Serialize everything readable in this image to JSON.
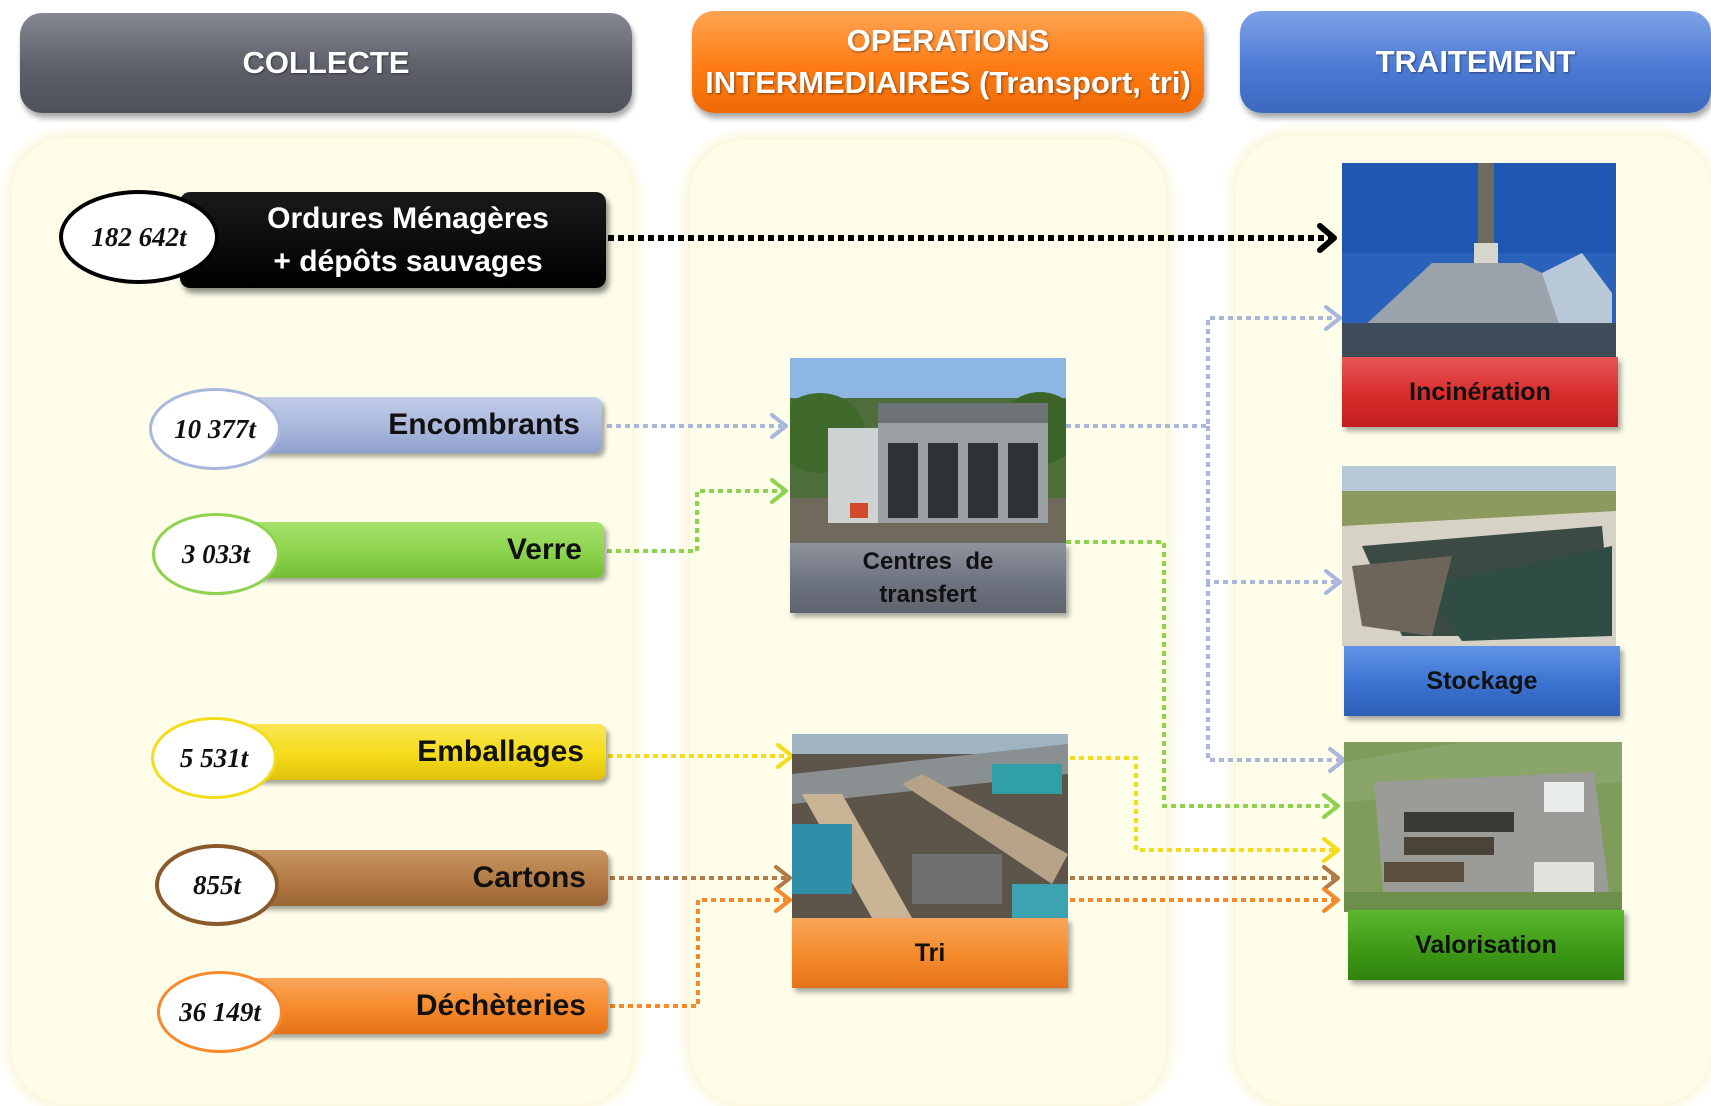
{
  "headers": {
    "collecte": "COLLECTE",
    "operations_line1": "OPERATIONS",
    "operations_line2": "INTERMEDIAIRES (Transport, tri)",
    "traitement": "TRAITEMENT"
  },
  "sources": [
    {
      "id": "om",
      "label_line1": "Ordures Ménagères",
      "label_line2": "+ dépôts sauvages",
      "tonnage": "182 642t",
      "color": "#000000"
    },
    {
      "id": "encombrants",
      "label": "Encombrants",
      "tonnage": "10 377t",
      "color": "#a9b7dc"
    },
    {
      "id": "verre",
      "label": "Verre",
      "tonnage": "3 033t",
      "color": "#8dd34d"
    },
    {
      "id": "emballages",
      "label": "Emballages",
      "tonnage": "5 531t",
      "color": "#f5dc1a"
    },
    {
      "id": "cartons",
      "label": "Cartons",
      "tonnage": "855t",
      "color": "#b27a44"
    },
    {
      "id": "decheteries",
      "label": "Déchèteries",
      "tonnage": "36 149t",
      "color": "#f6892a"
    }
  ],
  "operations": {
    "transfert_line1": "Centres  de",
    "transfert_line2": "transfert",
    "tri": "Tri"
  },
  "treatments": {
    "incineration": "Incinération",
    "stockage": "Stockage",
    "valorisation": "Valorisation"
  },
  "colors": {
    "collecte_header": "#5d6069",
    "operations_header": "#ff7c14",
    "traitement_header": "#4c7ad4",
    "incineration": "#d92b2b",
    "stockage": "#3a72cf",
    "valorisation": "#3f9b17",
    "transfert": "#6e7380",
    "tri": "#f58a2a",
    "column_bg": "#fdfdea"
  }
}
